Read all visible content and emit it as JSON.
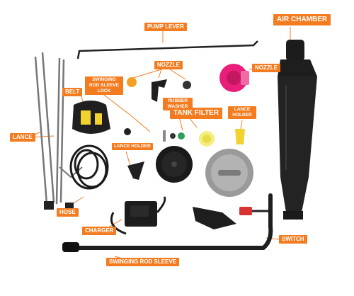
{
  "accent_color": "#f47c20",
  "labels": {
    "air_chamber": "AIR CHAMBER",
    "pump_lever": "PUMP LEVER",
    "nozzle_1": "NOZZLE",
    "nozzle_2": "NOZZLE",
    "swinging_rod_sleeve_lock": "SWINGING ROD SLEEVE LOCK",
    "belt": "BELT",
    "rubber_washer": "RUBBER WASHER",
    "tank_filter": "TANK FILTER",
    "lance_holder_1": "LANCE HOLDER",
    "lance_holder_2": "LANCE HOLDER",
    "lance": "LANCE",
    "hose": "HOSE",
    "charger": "CHARGER",
    "switch": "SWITCH",
    "swinging_rod_sleeve": "SWINGING ROD SLEEVE"
  }
}
